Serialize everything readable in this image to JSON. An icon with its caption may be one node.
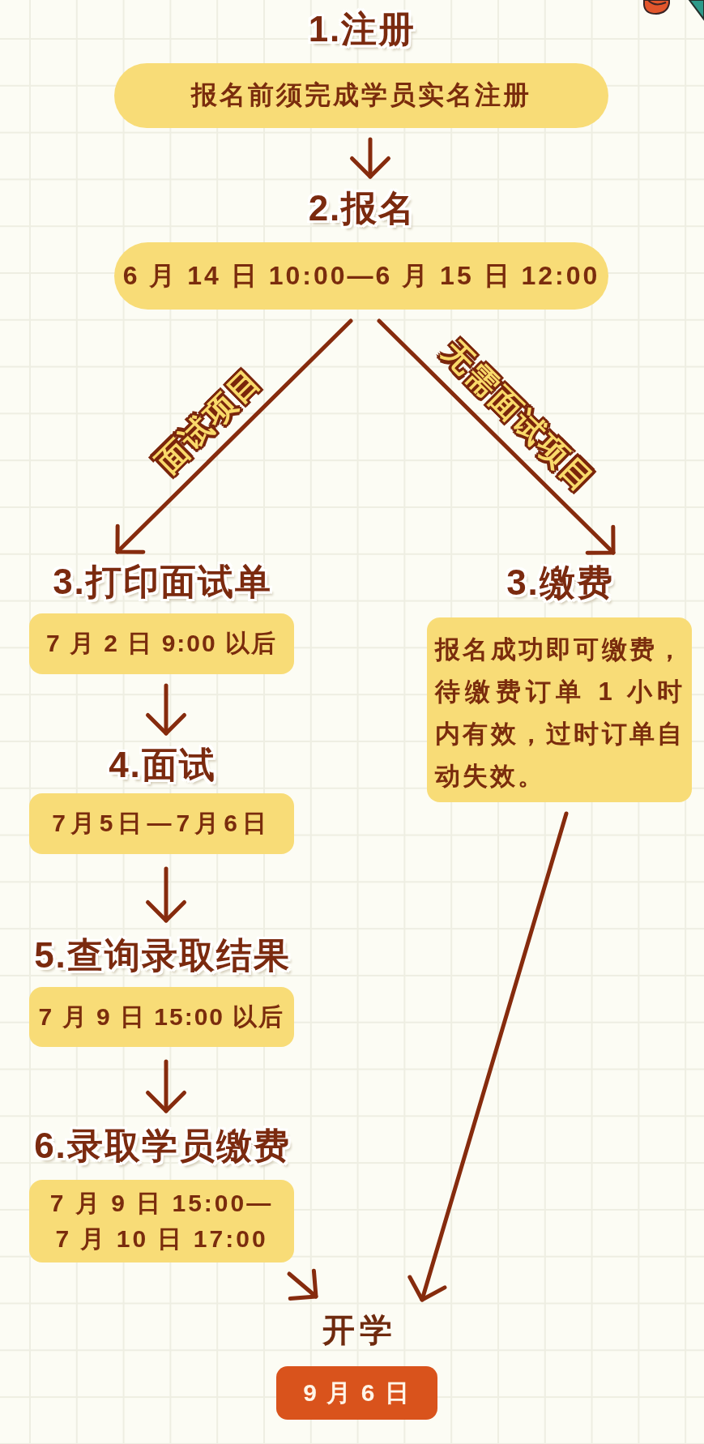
{
  "diagram": {
    "nodes": [
      {
        "text": [
          "1.注册",
          "报名前须完成学员实名注册"
        ]
      },
      {
        "text": [
          "2.报名",
          "6 月 14 日 10:00—6 月 15 日 12:00"
        ]
      },
      {
        "text": [
          "3.打印面试单",
          "7 月 2 日 9:00 以后"
        ]
      },
      {
        "text": [
          "3.缴费",
          "报名成功即可缴费，待缴费订单 1 小时内有效，过时订单自动失效。"
        ]
      },
      {
        "text": [
          "4.面试",
          "7月5日—7月6日"
        ]
      },
      {
        "text": [
          "5.查询录取结果",
          "7 月 9 日 15:00 以后"
        ]
      },
      {
        "text": [
          "6.录取学员缴费",
          "7 月 9 日 15:00—7 月 10 日 17:00"
        ]
      },
      {
        "text": [
          "开学",
          "9 月 6 日"
        ]
      }
    ],
    "edges": [
      {
        "from": 0,
        "to": 1,
        "arrow": "to"
      },
      {
        "from": 1,
        "to": 2,
        "arrow": "to",
        "label": "面试项目"
      },
      {
        "from": 1,
        "to": 3,
        "arrow": "to",
        "label": "无需面试项目"
      },
      {
        "from": 2,
        "to": 4,
        "arrow": "to"
      },
      {
        "from": 4,
        "to": 5,
        "arrow": "to"
      },
      {
        "from": 5,
        "to": 6,
        "arrow": "to"
      },
      {
        "from": 6,
        "to": 7,
        "arrow": "to"
      },
      {
        "from": 3,
        "to": 7,
        "arrow": "to"
      }
    ]
  }
}
